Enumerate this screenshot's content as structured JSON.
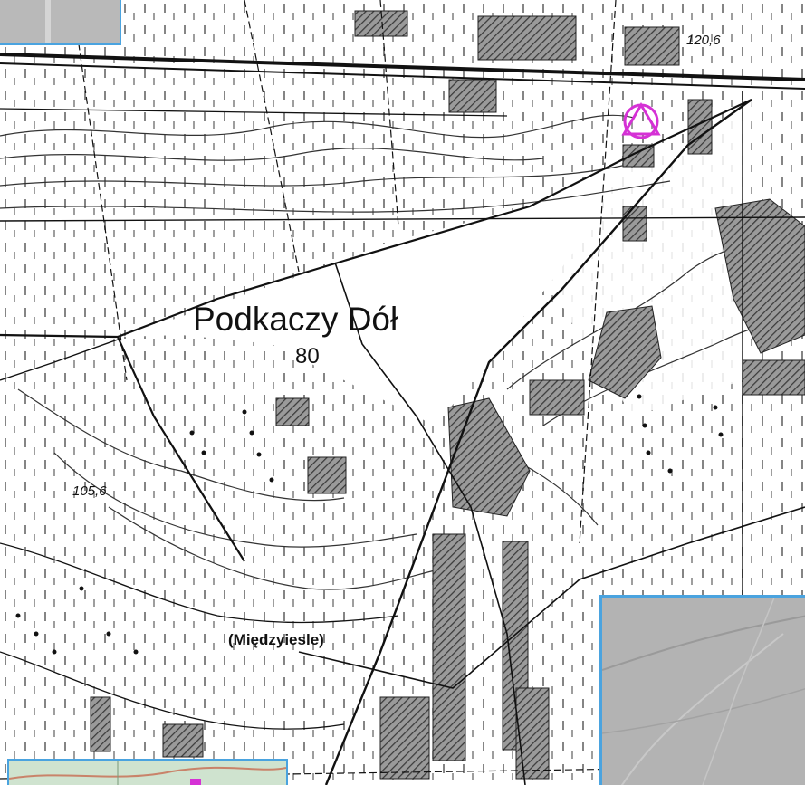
{
  "map": {
    "place_name": "Podkaczy Dół",
    "elevation_center": "80",
    "elevation_ne": "120,6",
    "elevation_w": "105,6",
    "locality": "(Międzyiesle)"
  },
  "colors": {
    "map_ink": "#1a1a1a",
    "hatch": "#6e6e6e",
    "inset_border": "#4aa3df",
    "marker": "#d531d5",
    "hillshade": "#b3b3b3"
  },
  "icons": {
    "location_marker": "triangle-in-circle-icon"
  }
}
